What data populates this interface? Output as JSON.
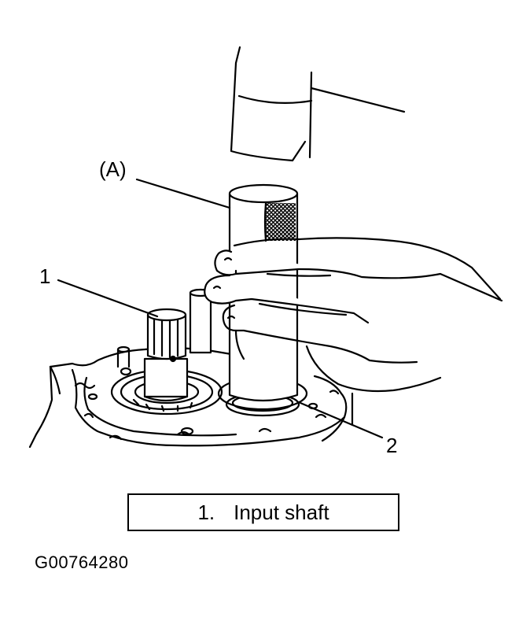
{
  "callouts": {
    "tool_a": "(A)",
    "part_1": "1",
    "part_2": "2"
  },
  "legend": {
    "number": "1.",
    "text": "Input shaft"
  },
  "figure_code": "G00764280",
  "colors": {
    "ink": "#000000",
    "paper": "#ffffff"
  }
}
